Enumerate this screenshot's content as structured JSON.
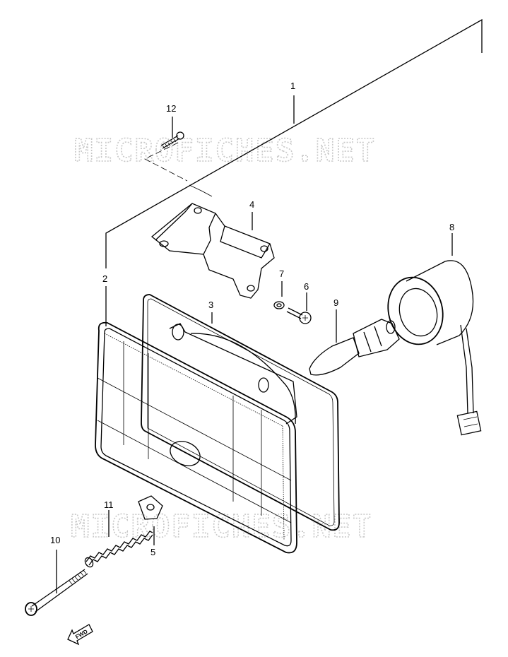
{
  "watermark": {
    "top": "MICROFICHES.NET",
    "bottom": "MICROFICHES.NET"
  },
  "callouts": {
    "p1": "1",
    "p2": "2",
    "p3": "3",
    "p4": "4",
    "p5": "5",
    "p6": "6",
    "p7": "7",
    "p8": "8",
    "p9": "9",
    "p10": "10",
    "p11": "11",
    "p12": "12"
  },
  "direction_indicator": "FWD",
  "colors": {
    "line": "#000000",
    "watermark": "#c8c8c8",
    "background": "#ffffff"
  }
}
